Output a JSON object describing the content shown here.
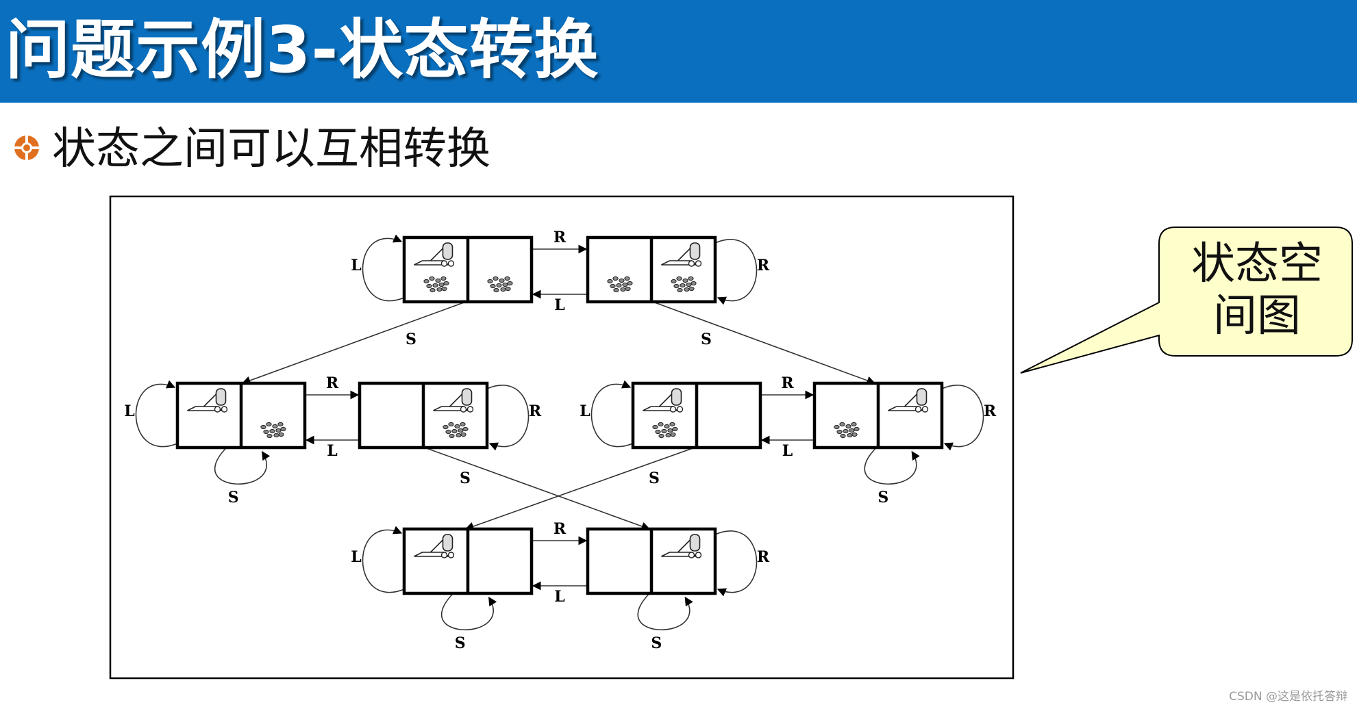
{
  "header": {
    "title": "问题示例3-状态转换"
  },
  "bullet": {
    "text": "状态之间可以互相转换"
  },
  "callout": {
    "lines": [
      "状态空",
      "间图"
    ]
  },
  "diagram": {
    "labels": {
      "left": "L",
      "right": "R",
      "suck": "S"
    },
    "states": [
      {
        "id": "s1",
        "vacuum": "left",
        "dirt_left": true,
        "dirt_right": true
      },
      {
        "id": "s2",
        "vacuum": "right",
        "dirt_left": true,
        "dirt_right": true
      },
      {
        "id": "s3",
        "vacuum": "left",
        "dirt_left": false,
        "dirt_right": true
      },
      {
        "id": "s4",
        "vacuum": "right",
        "dirt_left": false,
        "dirt_right": true
      },
      {
        "id": "s5",
        "vacuum": "left",
        "dirt_left": true,
        "dirt_right": false
      },
      {
        "id": "s6",
        "vacuum": "right",
        "dirt_left": true,
        "dirt_right": false
      },
      {
        "id": "s7",
        "vacuum": "left",
        "dirt_left": false,
        "dirt_right": false
      },
      {
        "id": "s8",
        "vacuum": "right",
        "dirt_left": false,
        "dirt_right": false
      }
    ],
    "transitions": [
      {
        "from": "s1",
        "to": "s2",
        "action": "R"
      },
      {
        "from": "s2",
        "to": "s1",
        "action": "L"
      },
      {
        "from": "s1",
        "to": "s1",
        "action": "L"
      },
      {
        "from": "s2",
        "to": "s2",
        "action": "R"
      },
      {
        "from": "s1",
        "to": "s3",
        "action": "S"
      },
      {
        "from": "s2",
        "to": "s6",
        "action": "S"
      },
      {
        "from": "s3",
        "to": "s4",
        "action": "R"
      },
      {
        "from": "s4",
        "to": "s3",
        "action": "L"
      },
      {
        "from": "s3",
        "to": "s3",
        "action": "L"
      },
      {
        "from": "s4",
        "to": "s4",
        "action": "R"
      },
      {
        "from": "s3",
        "to": "s3",
        "action": "S"
      },
      {
        "from": "s4",
        "to": "s8",
        "action": "S"
      },
      {
        "from": "s5",
        "to": "s6",
        "action": "R"
      },
      {
        "from": "s6",
        "to": "s5",
        "action": "L"
      },
      {
        "from": "s5",
        "to": "s5",
        "action": "L"
      },
      {
        "from": "s6",
        "to": "s6",
        "action": "R"
      },
      {
        "from": "s5",
        "to": "s7",
        "action": "S"
      },
      {
        "from": "s6",
        "to": "s6",
        "action": "S"
      },
      {
        "from": "s7",
        "to": "s8",
        "action": "R"
      },
      {
        "from": "s8",
        "to": "s7",
        "action": "L"
      },
      {
        "from": "s7",
        "to": "s7",
        "action": "L"
      },
      {
        "from": "s8",
        "to": "s8",
        "action": "R"
      },
      {
        "from": "s7",
        "to": "s7",
        "action": "S"
      },
      {
        "from": "s8",
        "to": "s8",
        "action": "S"
      }
    ]
  },
  "watermark": "CSDN @这是依托答辩",
  "colors": {
    "header_bg": "#0a6fbe",
    "callout_fill": "#ffffcc",
    "bullet_icon": "#e07020"
  }
}
